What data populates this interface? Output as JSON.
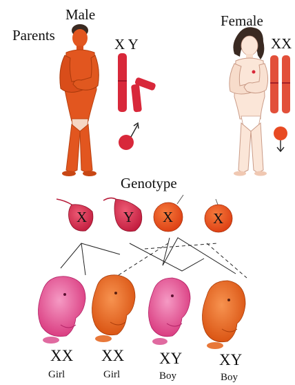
{
  "parents": {
    "label": "Parents",
    "male": {
      "label": "Male",
      "chromosomes": "X Y"
    },
    "female": {
      "label": "Female",
      "chromosomes": "XX"
    }
  },
  "genotype": {
    "label": "Genotype",
    "gametes": [
      {
        "kind": "sperm",
        "chromosome": "X"
      },
      {
        "kind": "sperm",
        "chromosome": "Y"
      },
      {
        "kind": "egg",
        "chromosome": "X"
      },
      {
        "kind": "egg",
        "chromosome": "X"
      }
    ]
  },
  "offspring": [
    {
      "genotype": "XX",
      "sex": "Girl"
    },
    {
      "genotype": "XX",
      "sex": "Girl"
    },
    {
      "genotype": "XY",
      "sex": "Boy"
    },
    {
      "genotype": "XY",
      "sex": "Boy"
    }
  ],
  "colors": {
    "male_skin": "#e2561f",
    "female_skin": "#fbe6d8",
    "chromosome": "#d8283a",
    "gamete_sperm": "#d22a4a",
    "gamete_egg": "#e84a22",
    "embryo_pink": "#e24a8c",
    "embryo_orange": "#e8641e"
  }
}
